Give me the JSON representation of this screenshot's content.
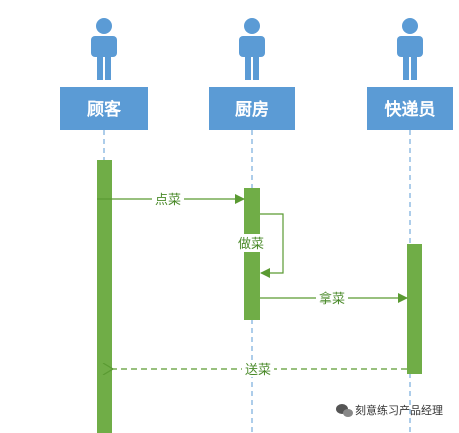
{
  "actors": [
    {
      "label": "顾客",
      "icon": "person-icon"
    },
    {
      "label": "厨房",
      "icon": "person-icon"
    },
    {
      "label": "快递员",
      "icon": "person-icon"
    }
  ],
  "messages": [
    {
      "from": "顾客",
      "to": "厨房",
      "label": "点菜",
      "style": "solid"
    },
    {
      "from": "厨房",
      "to": "厨房",
      "label": "做菜",
      "style": "self"
    },
    {
      "from": "厨房",
      "to": "快递员",
      "label": "拿菜",
      "style": "solid"
    },
    {
      "from": "快递员",
      "to": "顾客",
      "label": "送菜",
      "style": "dashed"
    }
  ],
  "watermark": {
    "text": "刻意练习产品经理",
    "icon": "wechat-icon"
  },
  "colors": {
    "actor_fill": "#5b9bd5",
    "activation_fill": "#70ad47",
    "arrow": "#5a9a32",
    "lifeline": "#5b9bd5"
  }
}
